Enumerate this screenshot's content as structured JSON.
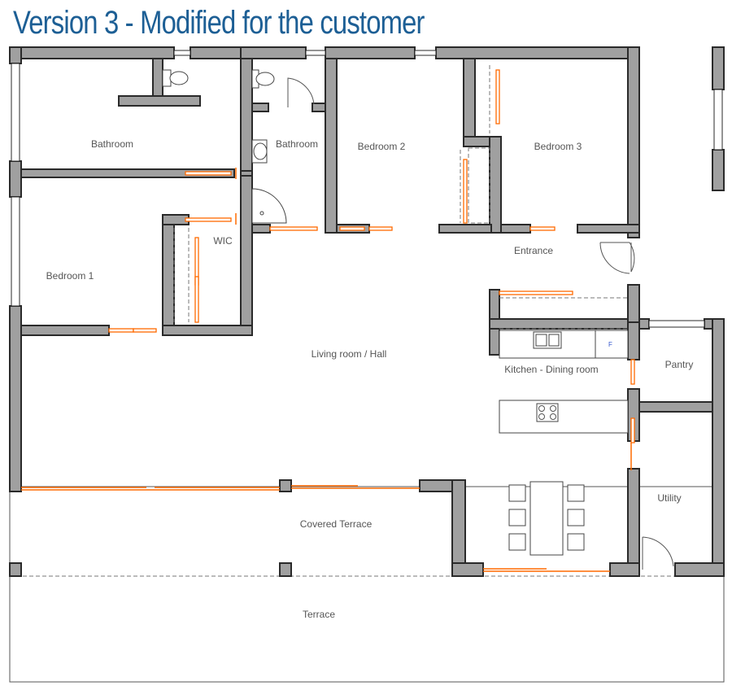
{
  "title": "Version 3 - Modified for the customer",
  "rooms": {
    "bathroom_1": "Bathroom",
    "bathroom_2": "Bathroom",
    "bedroom_2": "Bedroom 2",
    "bedroom_3": "Bedroom 3",
    "wic": "WIC",
    "bedroom_1": "Bedroom 1",
    "entrance": "Entrance",
    "living": "Living room / Hall",
    "kitchen": "Kitchen - Dining room",
    "pantry": "Pantry",
    "utility": "Utility",
    "covered_terrace": "Covered Terrace",
    "terrace": "Terrace"
  },
  "fridge_mark": "F",
  "colors": {
    "title": "#1d5f95",
    "wall": "#a0a0a0",
    "sliding_door": "#ff6a00",
    "fridge_mark": "#3355cc"
  }
}
